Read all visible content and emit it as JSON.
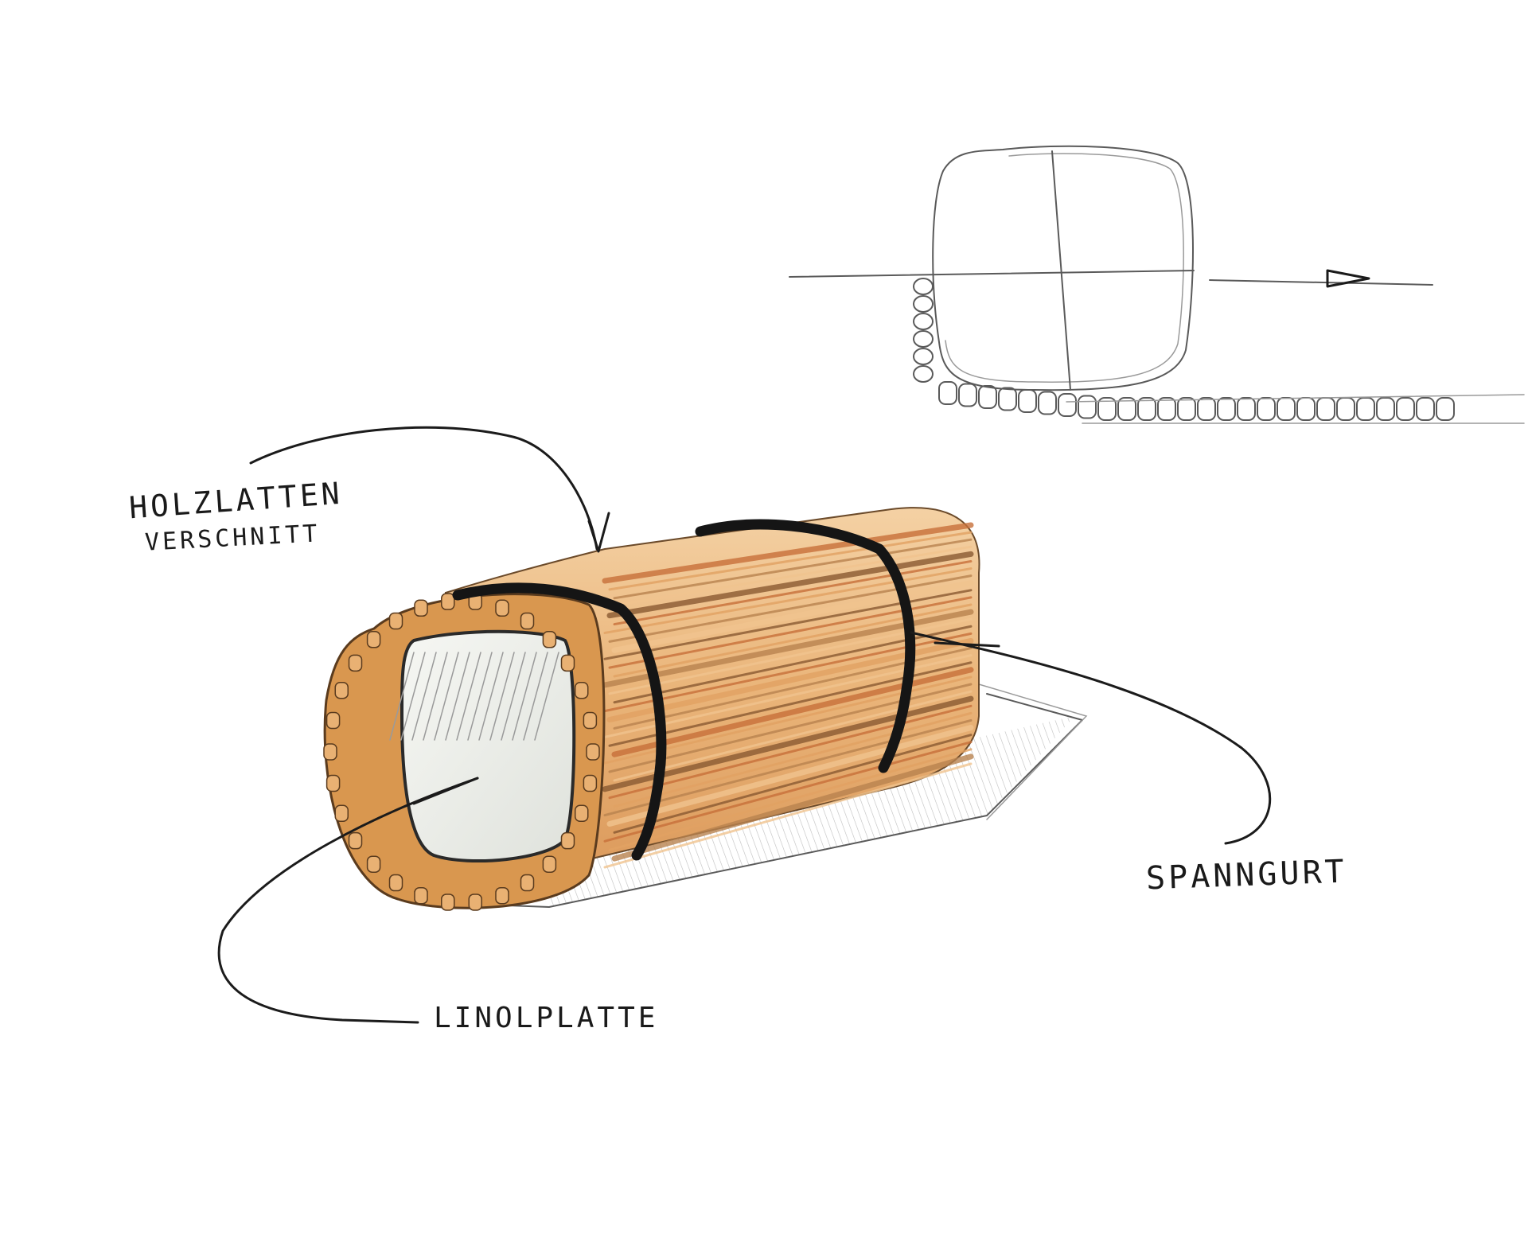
{
  "labels": {
    "wooden_slats_line1": "HOLZLATTEN",
    "wooden_slats_line2": "VERSCHNITT",
    "elastic_strap": "SPANNGURT",
    "linoleum_plate": "LINOLPLATTE"
  },
  "colors": {
    "paper": "#ffffff",
    "wood_light": "#f1c48f",
    "wood_mid": "#e2a263",
    "wood_dark": "#c8703a",
    "strap": "#151515",
    "pencil": "#5a5a5a",
    "ink": "#1b1b1b"
  }
}
